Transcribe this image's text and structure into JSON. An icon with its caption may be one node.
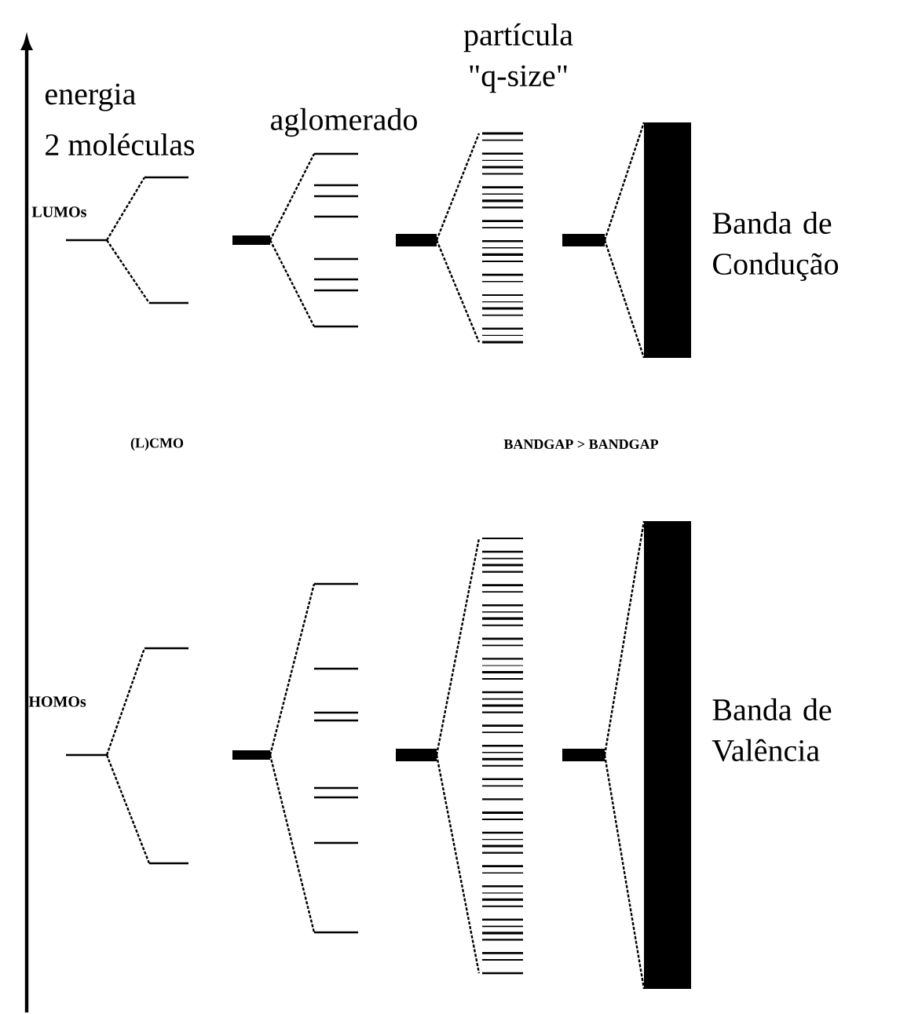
{
  "diagram": {
    "labels": [
      "energia",
      "2 moléculas",
      "aglomerado",
      "partícula \"q-size\"",
      "LUMOs",
      "Banda de Condução",
      "(L)CMO",
      "BANDGAP > BANDGAP",
      "HOMOs",
      "Banda de Valência"
    ]
  }
}
